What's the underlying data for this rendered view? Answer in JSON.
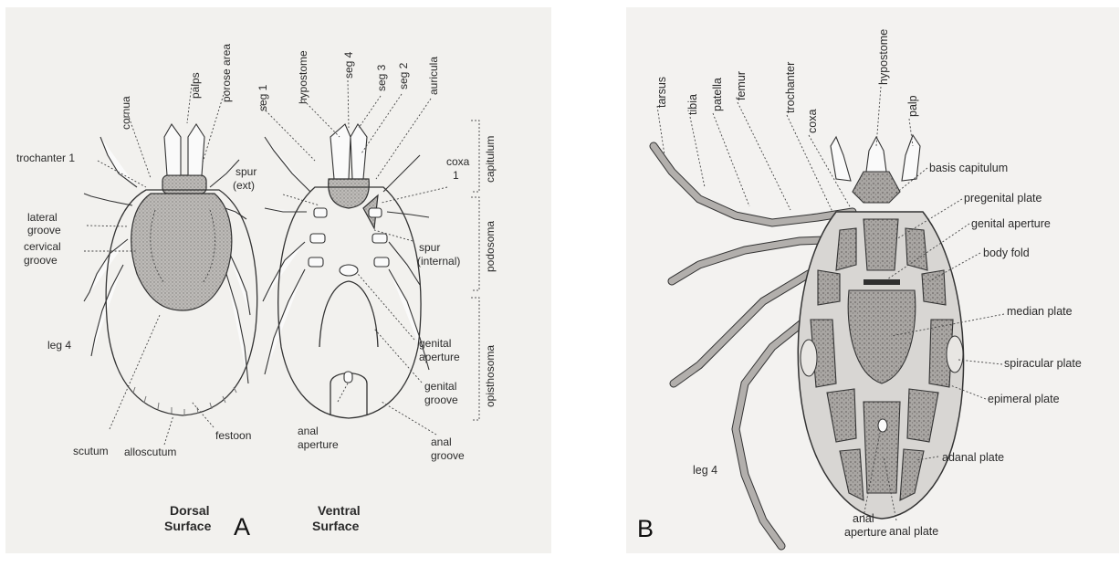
{
  "panel_a": {
    "letter": "A",
    "dorsal_caption": [
      "Dorsal",
      "Surface"
    ],
    "ventral_caption": [
      "Ventral",
      "Surface"
    ],
    "labels": {
      "cornua": "cornua",
      "palps": "palps",
      "porose_area": "porose area",
      "trochanter_1": "trochanter 1",
      "lateral_groove": [
        "lateral",
        "groove"
      ],
      "cervical_groove": [
        "cervical",
        "groove"
      ],
      "leg_4": "leg 4",
      "scutum": "scutum",
      "alloscutum": "alloscutum",
      "festoon": "festoon",
      "seg_1": "seg 1",
      "hypostome": "hypostome",
      "seg_4": "seg 4",
      "seg_3": "seg 3",
      "seg_2": "seg 2",
      "auricula": "auricula",
      "coxa_1": [
        "coxa",
        "1"
      ],
      "spur_ext": [
        "spur",
        "(ext)"
      ],
      "spur_internal": [
        "spur",
        "(internal)"
      ],
      "genital_aperture": [
        "genital",
        "aperture"
      ],
      "genital_groove": [
        "genital",
        "groove"
      ],
      "anal_aperture": [
        "anal",
        "aperture"
      ],
      "anal_groove": [
        "anal",
        "groove"
      ],
      "capitulum": "capitulum",
      "podosoma": "podosoma",
      "opisthosoma": "opisthosoma"
    }
  },
  "panel_b": {
    "letter": "B",
    "labels": {
      "tarsus": "tarsus",
      "tibia": "tibia",
      "patella": "patella",
      "femur": "femur",
      "trochanter": "trochanter",
      "coxa": "coxa",
      "hypostome": "hypostome",
      "palp": "palp",
      "basis_capitulum": "basis capitulum",
      "pregenital_plate": "pregenital plate",
      "genital_aperture": "genital aperture",
      "body_fold": "body fold",
      "median_plate": "median plate",
      "spiracular_plate": "spiracular plate",
      "epimeral_plate": "epimeral plate",
      "adanal_plate": "adanal plate",
      "anal_plate": "anal plate",
      "anal_aperture": [
        "anal",
        "aperture"
      ],
      "leg_4": "leg 4"
    }
  }
}
